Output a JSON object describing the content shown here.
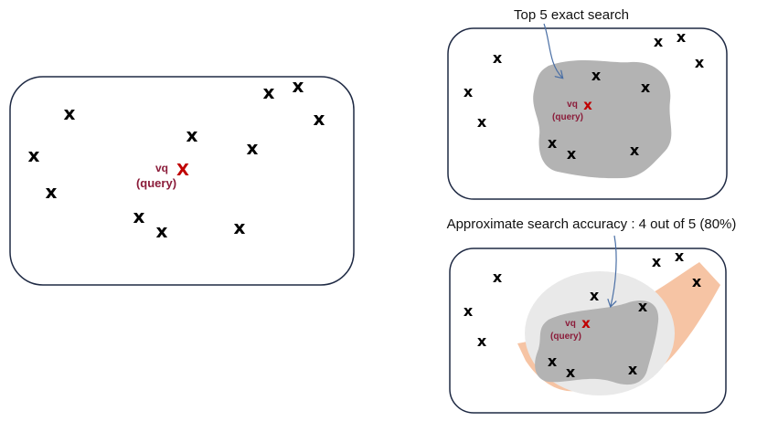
{
  "colors": {
    "frame": "#1f2a44",
    "query": "#c00000",
    "query_label": "#8b1c3a",
    "exact_region": "#b3b3b3",
    "approx_halo": "#e9e9e9",
    "approx_band": "#f6c4a4",
    "arrow": "#4a6fa5",
    "point": "#000000"
  },
  "point_glyph": "x",
  "full_space": {
    "query_mark": "X",
    "query_label_line1": "vq",
    "query_label_line2": "(query)"
  },
  "exact_search": {
    "caption": "Top 5 exact search",
    "query_mark": "x",
    "query_label_line1": "vq",
    "query_label_line2": "(query)"
  },
  "approximate_search": {
    "caption": "Approximate search accuracy : 4 out of 5 (80%)",
    "query_mark": "x",
    "query_label_line1": "vq",
    "query_label_line2": "(query)"
  }
}
